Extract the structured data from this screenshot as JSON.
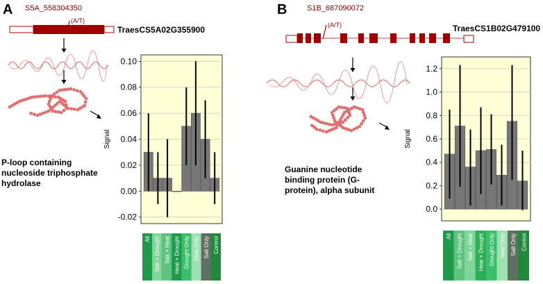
{
  "panels": {
    "a": {
      "letter": "A",
      "snp": "S5A_558304350",
      "allele": "(A/T)",
      "gene": "TraesCS5A02G355900",
      "description": [
        "P-loop containing",
        "nucleoside triphosphate",
        "hydrolase"
      ]
    },
    "b": {
      "letter": "B",
      "snp": "S1B_687090072",
      "allele": "(A/T)",
      "gene": "TraesCS1B02G479100",
      "description": [
        "Guanine nucleotide",
        "binding protein (G-",
        "protein), alpha subunit"
      ]
    }
  },
  "colors": {
    "panel_letter": "#000000",
    "snp_label": "#8b0000",
    "exon": "#b00000",
    "rna": "#e06060",
    "protein": "#e07070",
    "plot_bg": "#ffffd6",
    "bar": "#777777",
    "error_bar": "#000000",
    "grid": "#c8c8c8",
    "treatment_dark": "#1f9a4a",
    "treatment_light": "#7fd59a"
  },
  "chart_data": [
    {
      "type": "bar",
      "ylabel": "Signal",
      "ylim": [
        -0.025,
        0.105
      ],
      "yticks": [
        "-0.02",
        "0.00",
        "0.02",
        "0.04",
        "0.06",
        "0.08",
        "0.10"
      ],
      "ytick_values": [
        -0.02,
        0,
        0.02,
        0.04,
        0.06,
        0.08,
        0.1
      ],
      "grid": true,
      "categories": [
        "All",
        "Salt + Drought",
        "Salt + Heat",
        "Heat + Drought",
        "Drought Only",
        "Heat Only",
        "Salt Only",
        "Control"
      ],
      "values": [
        0.03,
        0.01,
        0.01,
        0.0,
        0.05,
        0.06,
        0.04,
        0.01
      ],
      "error_low": [
        0.0,
        -0.01,
        -0.02,
        0.0,
        0.02,
        0.02,
        0.01,
        -0.01
      ],
      "error_high": [
        0.06,
        0.03,
        0.04,
        0.0,
        0.08,
        0.1,
        0.07,
        0.03
      ],
      "category_colors": [
        "#1f9a4a",
        "#7fd59a",
        "#5cc47e",
        "#1f9a4a",
        "#3cbf6a",
        "#9ee0b0",
        "#607060",
        "#1f8a3a"
      ]
    },
    {
      "type": "bar",
      "ylabel": "Signal",
      "ylim": [
        -0.1,
        1.3
      ],
      "yticks": [
        "0.0",
        "0.2",
        "0.4",
        "0.6",
        "0.8",
        "1.0",
        "1.2"
      ],
      "ytick_values": [
        0,
        0.2,
        0.4,
        0.6,
        0.8,
        1.0,
        1.2
      ],
      "grid": true,
      "categories": [
        "All",
        "Salt + Drought",
        "Salt + Heat",
        "Heat + Drought",
        "Drought Only",
        "Heat Only",
        "Salt Only",
        "Control"
      ],
      "values": [
        0.47,
        0.71,
        0.36,
        0.5,
        0.51,
        0.29,
        0.75,
        0.24
      ],
      "error_low": [
        0.09,
        0.19,
        0.03,
        0.13,
        0.21,
        0.03,
        0.25,
        -0.01
      ],
      "error_high": [
        0.85,
        1.23,
        0.68,
        0.87,
        0.81,
        0.55,
        1.23,
        0.5
      ],
      "category_colors": [
        "#1f9a4a",
        "#5cc47e",
        "#7fd59a",
        "#2fae58",
        "#3cbf6a",
        "#9ee0b0",
        "#607060",
        "#1f8a3a"
      ]
    }
  ]
}
